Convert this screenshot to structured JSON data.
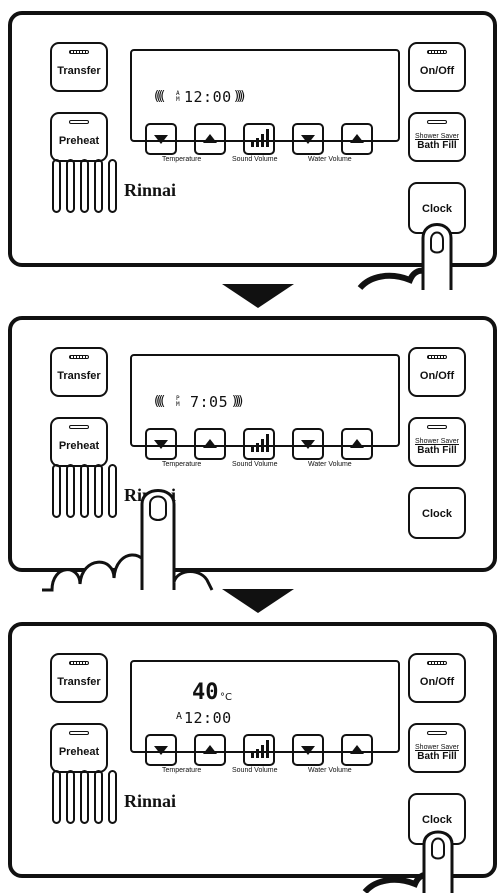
{
  "brand": "Rinnai",
  "buttons": {
    "transfer": "Transfer",
    "preheat": "Preheat",
    "on_off": "On/Off",
    "shower_saver": "Shower Saver",
    "bath_fill": "Bath Fill",
    "clock": "Clock"
  },
  "captions": {
    "temperature": "Temperature",
    "sound_volume": "Sound Volume",
    "water_volume": "Water Volume"
  },
  "steps": [
    {
      "ampm_top": "A",
      "ampm_bottom": "M",
      "time": "12:00",
      "pressed": "Clock"
    },
    {
      "ampm_top": "P",
      "ampm_bottom": "M",
      "time": "7:05",
      "pressed": "Temperature down"
    },
    {
      "temperature": "40",
      "unit": "°C",
      "ampm_top": "A",
      "time": "12:00",
      "pressed": "Clock"
    }
  ],
  "colors": {
    "ink": "#111111",
    "paper": "#ffffff"
  }
}
